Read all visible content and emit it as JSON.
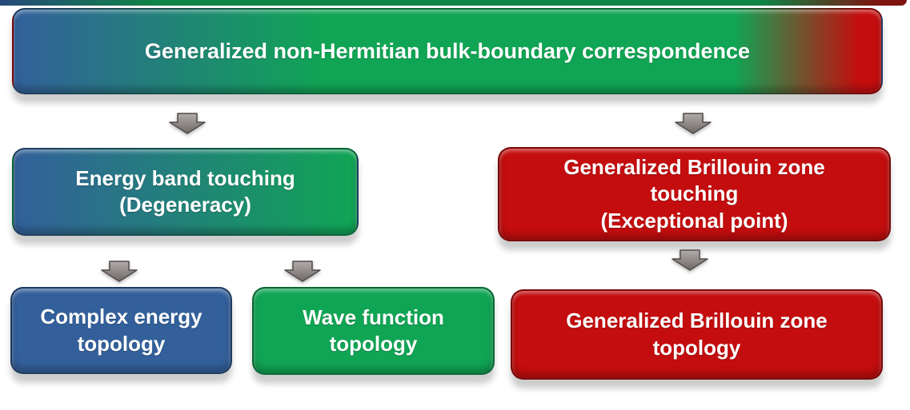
{
  "banner": {
    "label": "Generalized non-Hermitian bulk-boundary correspondence"
  },
  "boxes": {
    "energy_band_touching": {
      "lines": [
        "Energy band touching",
        "(Degeneracy)"
      ]
    },
    "gbz_touching": {
      "lines": [
        "Generalized Brillouin zone",
        "touching",
        "(Exceptional point)"
      ]
    },
    "complex_energy_topology": {
      "lines": [
        "Complex energy",
        "topology"
      ]
    },
    "wave_function_topology": {
      "lines": [
        "Wave function",
        "topology"
      ]
    },
    "gbz_topology": {
      "lines": [
        "Generalized Brillouin zone",
        "topology"
      ]
    }
  },
  "icons": {
    "arrow": "down-arrow-icon"
  },
  "colors": {
    "blue": "#33609b",
    "green": "#10a554",
    "red": "#c40d0e",
    "dark_blue": "#27497a",
    "dark_green": "#0f8446",
    "dark_red": "#7e130f",
    "arrow_light": "#b2adab",
    "arrow_dark": "#6e6865",
    "arrow_outline": "#514c4a",
    "text": "#ffffff",
    "background": "#ffffff"
  }
}
